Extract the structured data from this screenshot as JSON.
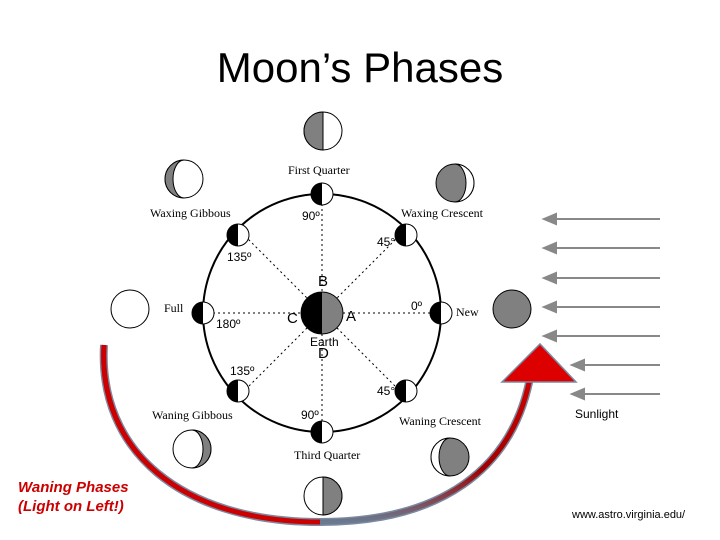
{
  "title": "Moon’s Phases",
  "positions": {
    "first_quarter": "First Quarter",
    "waxing_gibbous": "Waxing Gibbous",
    "waxing_crescent": "Waxing Crescent",
    "full": "Full",
    "new": "New",
    "waning_gibbous": "Waning Gibbous",
    "waning_crescent": "Waning Crescent",
    "third_quarter": "Third Quarter"
  },
  "angles": {
    "top": "90º",
    "upper_left": "135º",
    "upper_right": "45°",
    "right": "0º",
    "left": "180º",
    "lower_left": "135º",
    "lower_right": "45°",
    "bottom": "90º"
  },
  "points": {
    "a": "A",
    "b": "B",
    "c": "C",
    "d": "D"
  },
  "earth_label": "Earth",
  "sunlight_label": "Sunlight",
  "waning_note": [
    "Waning Phases",
    "(Light on Left!)"
  ],
  "source": "www.astro.virginia.edu/",
  "colors": {
    "shadow": "#808080",
    "arrow_red": "#dd0000",
    "arrow_grey": "#888888",
    "dark": "#000000"
  }
}
